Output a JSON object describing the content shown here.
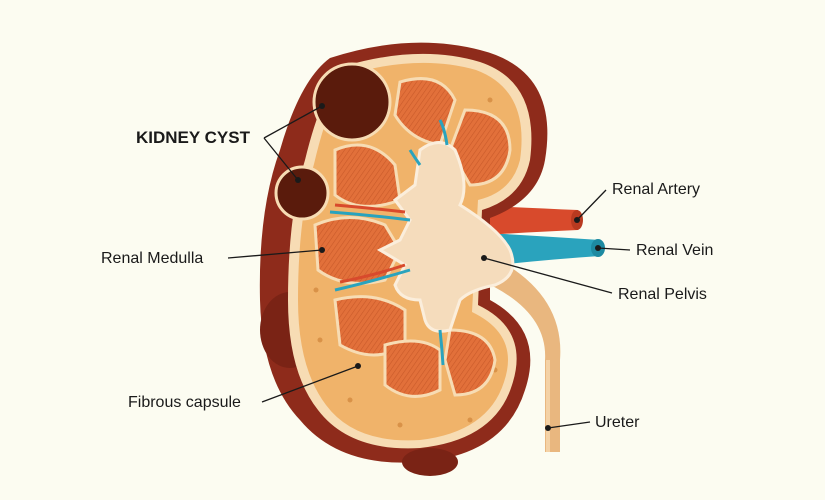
{
  "labels": {
    "kidney_cyst": "KIDNEY CYST",
    "renal_artery": "Renal Artery",
    "renal_vein": "Renal Vein",
    "renal_medulla": "Renal Medulla",
    "renal_pelvis": "Renal Pelvis",
    "fibrous_capsule": "Fibrous capsule",
    "ureter": "Ureter"
  },
  "colors": {
    "background": "#fcfcf1",
    "capsule_outer": "#8e2b1b",
    "capsule_shadow": "#7a2315",
    "cortex": "#f0b36a",
    "cortex_rim": "#f7dcb4",
    "pyramid": "#e2703a",
    "pelvis": "#f5dcbc",
    "artery": "#d84a2c",
    "vein": "#2aa3bd",
    "cyst": "#5a1b0c",
    "ureter": "#e9b77f"
  }
}
